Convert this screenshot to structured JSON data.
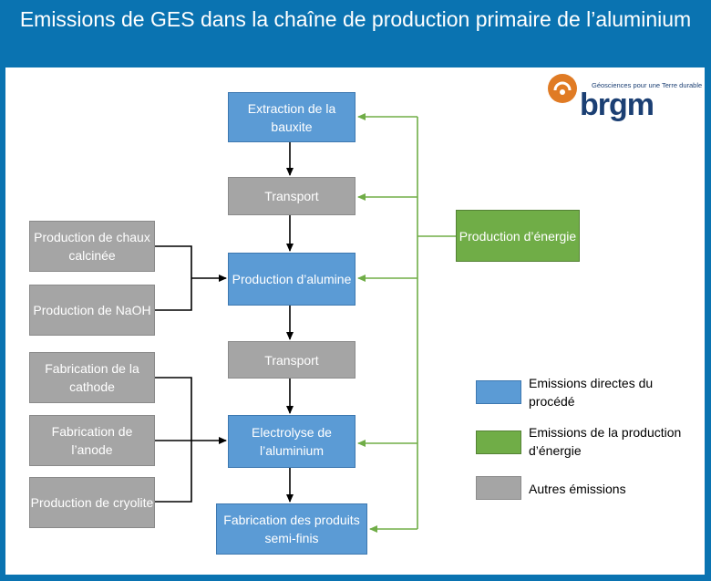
{
  "title": "Emissions de GES dans la chaîne de production primaire de l’aluminium",
  "logo": {
    "word": "brgm",
    "tagline": "Géosciences pour une Terre durable"
  },
  "nodes": {
    "extraction": "Extraction de la bauxite",
    "transport1": "Transport",
    "alumine": "Production d’alumine",
    "transport2": "Transport",
    "electrolyse": "Electrolyse de l’aluminium",
    "fabrication": "Fabrication des produits semi-finis",
    "chaux": "Production de chaux calcinée",
    "naoh": "Production de NaOH",
    "cathode": "Fabrication de la cathode",
    "anode": "Fabrication de l’anode",
    "cryolite": "Production de cryolite",
    "energie": "Production d’énergie"
  },
  "legend": {
    "direct": "Emissions directes du procédé",
    "energie": "Emissions de la production d’énergie",
    "autres": "Autres émissions"
  },
  "colors": {
    "header": "#0a73b1",
    "blue": "#5b9bd5",
    "green": "#70ad47",
    "grey": "#a5a5a5"
  }
}
